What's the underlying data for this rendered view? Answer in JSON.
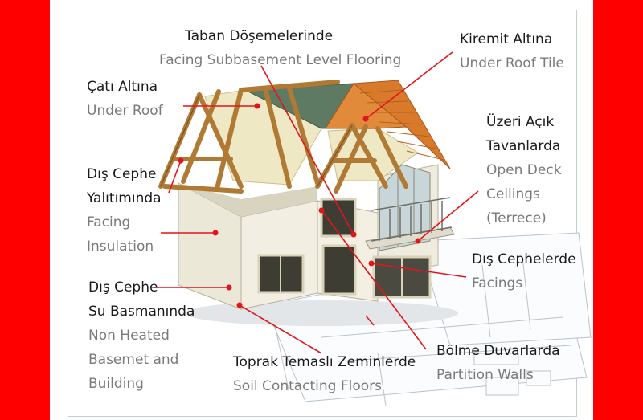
{
  "colors": {
    "background": "#ff0000",
    "leader": "#e3141b",
    "dot": "#e3141b",
    "label_tr": "#1a1a1a",
    "label_en": "#7a7a7a"
  },
  "labels": {
    "taban": {
      "tr": "Taban Döşemelerinde",
      "en": "Facing Subbasement Level Flooring"
    },
    "kiremit": {
      "tr": "Kiremit Altına",
      "en": "Under Roof Tile"
    },
    "cati": {
      "tr": "Çatı Altına",
      "en": "Under Roof"
    },
    "uzeri": {
      "tr1": "Üzeri Açık",
      "tr2": "Tavanlarda",
      "en1": "Open Deck",
      "en2": "Ceilings",
      "en3": "(Terrece)"
    },
    "dis_cephe_yalitim": {
      "tr1": "Dış Cephe",
      "tr2": "Yalıtımında",
      "en1": "Facing",
      "en2": "Insulation"
    },
    "dis_cephelerde": {
      "tr": "Dış Cephelerde",
      "en": "Facings"
    },
    "su_basman": {
      "tr1": "Dış Cephe",
      "tr2": "Su Basmanında",
      "en1": "Non Heated",
      "en2": "Basemet and",
      "en3": "Building"
    },
    "toprak": {
      "tr": "Toprak Temaslı Zeminlerde",
      "en": "Soil Contacting Floors"
    },
    "bolme": {
      "tr": "Bölme Duvarlarda",
      "en": "Partition Walls"
    }
  }
}
